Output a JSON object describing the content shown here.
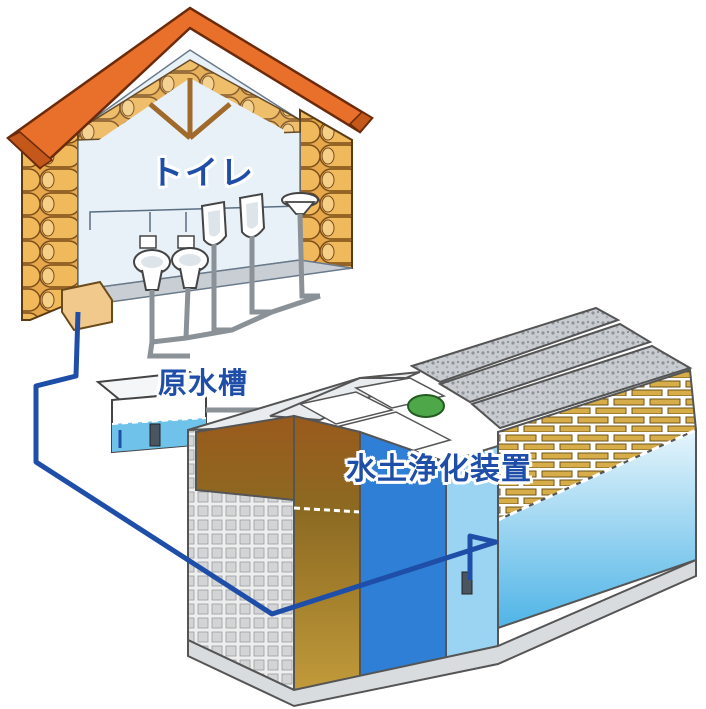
{
  "labels": {
    "toilet": "トイレ",
    "raw_water_tank": "原水槽",
    "purification_device": "水土浄化装置"
  },
  "colors": {
    "roof": "#e8702a",
    "log_wall": "#e6a84a",
    "interior": "#e8f0f8",
    "pipe": "#1f4ea8",
    "water": "#6fc3ea",
    "label_text": "#1f4ea8",
    "soil_brown": "#9a7526",
    "blue_chamber": "#2f7fd6"
  }
}
